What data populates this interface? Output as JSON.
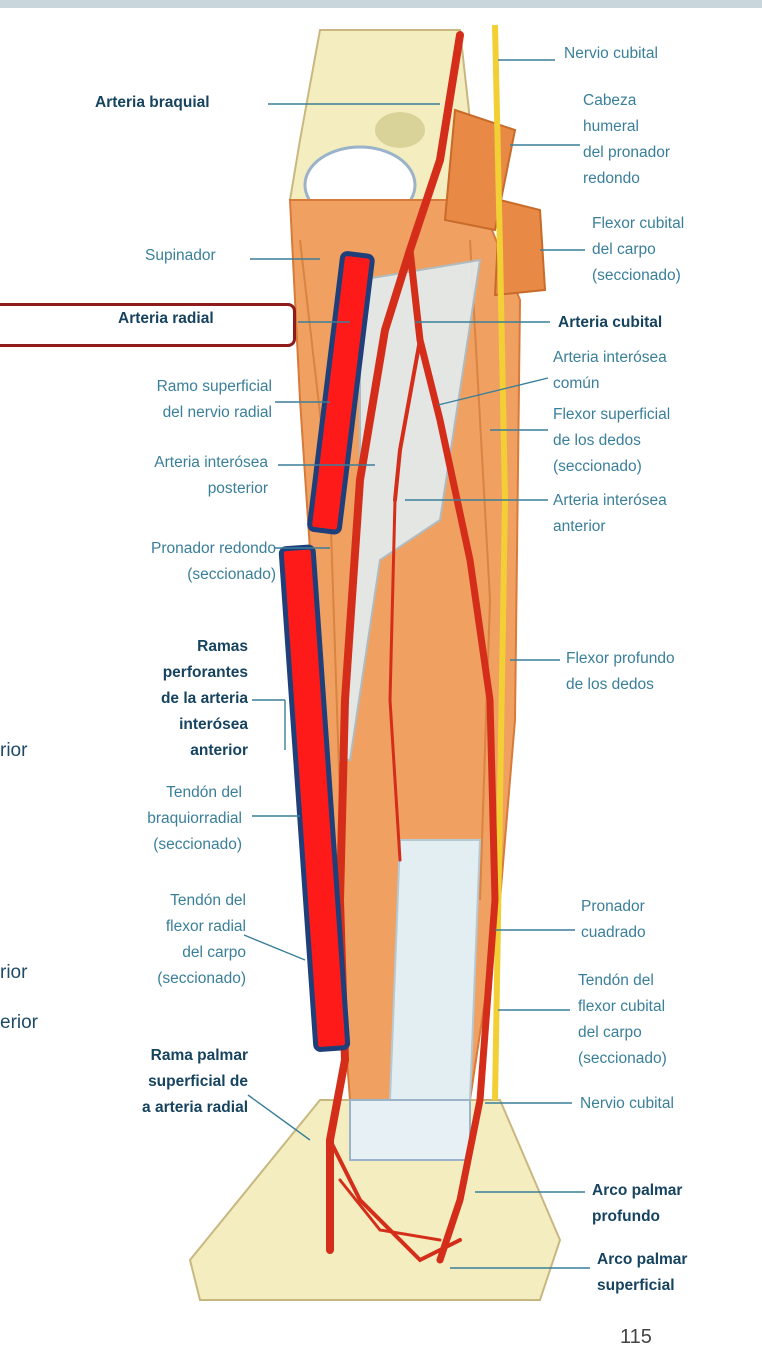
{
  "labels_left": {
    "arteria_braquial": "Arteria braquial",
    "supinador": "Supinador",
    "arteria_radial": "Arteria radial",
    "ramo_superficial": [
      "Ramo superficial",
      "del nervio radial"
    ],
    "arteria_interosea_posterior": [
      "Arteria interósea",
      "posterior"
    ],
    "pronador_redondo": [
      "Pronador redondo",
      "(seccionado)"
    ],
    "ramas_perforantes": [
      "Ramas",
      "perforantes",
      "de la arteria",
      "interósea",
      "anterior"
    ],
    "tendon_braquiorradial": [
      "Tendón del",
      "braquiorradial",
      "(seccionado)"
    ],
    "tendon_flexor_radial": [
      "Tendón del",
      "flexor radial",
      "del carpo",
      "(seccionado)"
    ],
    "rama_palmar": [
      "Rama palmar",
      "superficial de",
      "a arteria radial"
    ]
  },
  "labels_right": {
    "nervio_cubital_top": "Nervio cubital",
    "cabeza_humeral": [
      "Cabeza",
      "humeral",
      "del pronador",
      "redondo"
    ],
    "flexor_cubital_carpo": [
      "Flexor cubital",
      "del carpo",
      "(seccionado)"
    ],
    "arteria_cubital": "Arteria cubital",
    "arteria_interosea_comun": [
      "Arteria interósea",
      "común"
    ],
    "flexor_superficial": [
      "Flexor superficial",
      "de los dedos",
      "(seccionado)"
    ],
    "arteria_interosea_anterior": [
      "Arteria interósea",
      "anterior"
    ],
    "flexor_profundo": [
      "Flexor profundo",
      "de los dedos"
    ],
    "pronador_cuadrado": [
      "Pronador",
      "cuadrado"
    ],
    "tendon_flexor_cubital": [
      "Tendón del",
      "flexor cubital",
      "del carpo",
      "(seccionado)"
    ],
    "nervio_cubital_bottom": "Nervio cubital",
    "arco_palmar_profundo": [
      "Arco palmar",
      "profundo"
    ],
    "arco_palmar_superficial": [
      "Arco palmar",
      "superficial"
    ]
  },
  "edge_fragments": [
    "rior",
    "rior",
    "erior"
  ],
  "page_number": "115",
  "colors": {
    "label": "#3a7f9a",
    "label_bold": "#16435f",
    "muscle": "#f0a060",
    "artery": "#d42e1a",
    "highlight_bar": "#ff1a1a",
    "highlight_border": "#1f3f7a",
    "bone": "#f3edc0",
    "tendon": "#e3eef3"
  }
}
